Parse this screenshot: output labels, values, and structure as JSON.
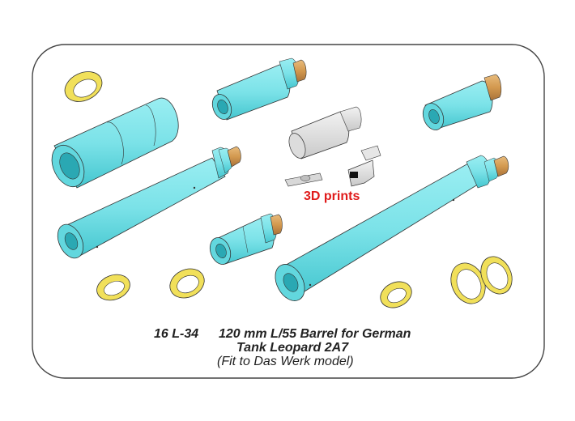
{
  "catalog_code": "16 L-34",
  "title_line1": "120 mm L/55 Barrel for German",
  "title_line2": "Tank Leopard 2A7",
  "fit_note": "(Fit to Das Werk model)",
  "print_label": "3D prints",
  "colors": {
    "barrel": "#77e3e8",
    "barrel_dark": "#2db9c4",
    "ring": "#f1e05a",
    "ring_dark": "#c8b323",
    "thread": "#d29a52",
    "print_part": "#e3e3e3",
    "label_red": "#e01a1a",
    "frame": "#444444"
  }
}
